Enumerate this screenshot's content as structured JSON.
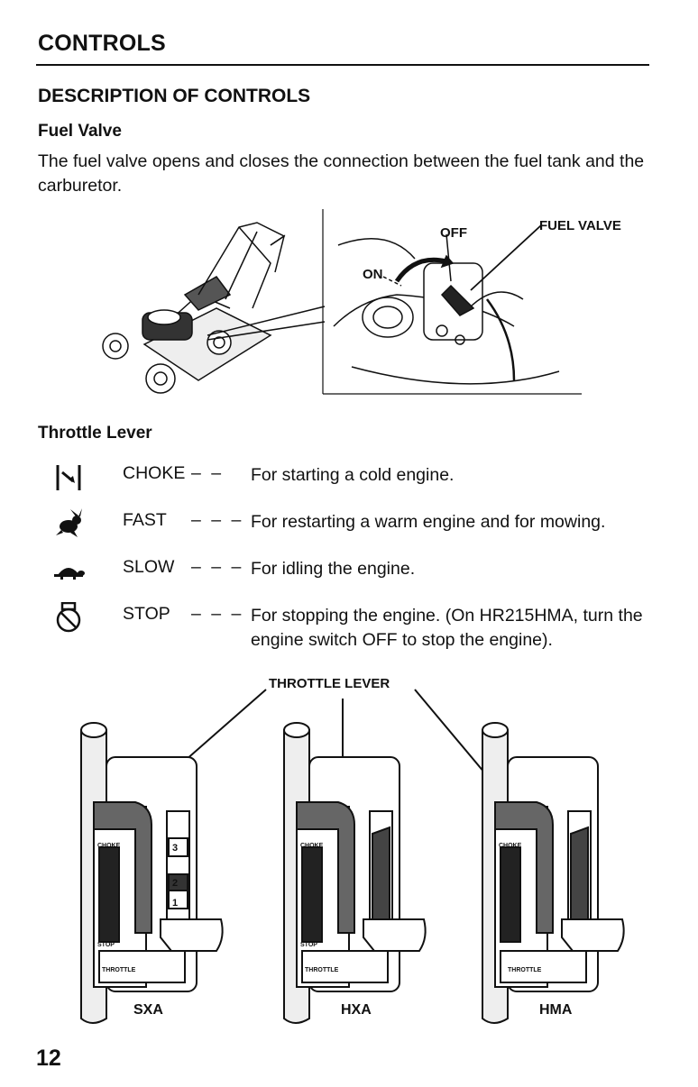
{
  "header": {
    "section": "CONTROLS"
  },
  "subsection": "DESCRIPTION OF CONTROLS",
  "fuel_valve": {
    "heading": "Fuel Valve",
    "text": "The fuel valve opens and closes the connection between the fuel tank and the carburetor.",
    "labels": {
      "off": "OFF",
      "on": "ON",
      "fuel_valve": "FUEL VALVE"
    }
  },
  "throttle": {
    "heading": "Throttle Lever",
    "rows": [
      {
        "icon": "choke-icon",
        "name": "CHOKE",
        "dash": "– –",
        "desc": "For starting a cold engine."
      },
      {
        "icon": "rabbit-icon",
        "name": "FAST",
        "dash": "– – –",
        "desc": "For restarting a warm engine and for mowing."
      },
      {
        "icon": "turtle-icon",
        "name": "SLOW",
        "dash": "– – –",
        "desc": "For idling the engine."
      },
      {
        "icon": "stop-icon",
        "name": "STOP",
        "dash": "– – –",
        "desc": "For stopping the engine. (On HR215HMA, turn the engine switch OFF to stop the engine)."
      }
    ],
    "callout": "THROTTLE LEVER",
    "models": [
      "SXA",
      "HXA",
      "HMA"
    ],
    "panel_text": {
      "choke": "CHOKE",
      "stop": "STOP",
      "throttle": "THROTTLE",
      "positions": [
        "3",
        "2",
        "1"
      ]
    }
  },
  "page_number": "12"
}
